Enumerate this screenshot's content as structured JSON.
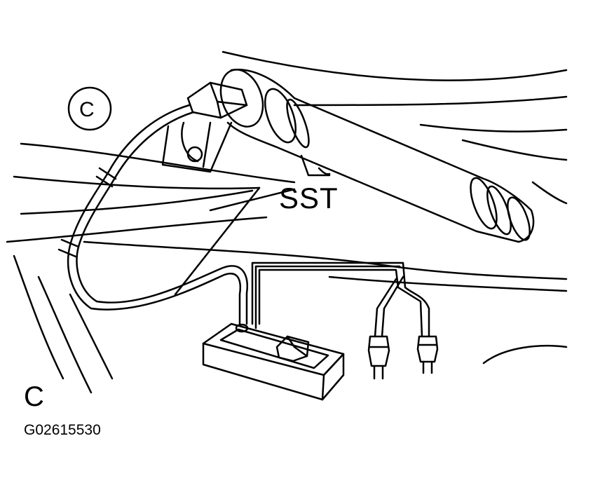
{
  "diagram": {
    "callout_label": "SST",
    "view_label": "C",
    "figure_code": "G02615530",
    "marker_letter": "C",
    "line_color": "#000000",
    "background_color": "#ffffff"
  }
}
